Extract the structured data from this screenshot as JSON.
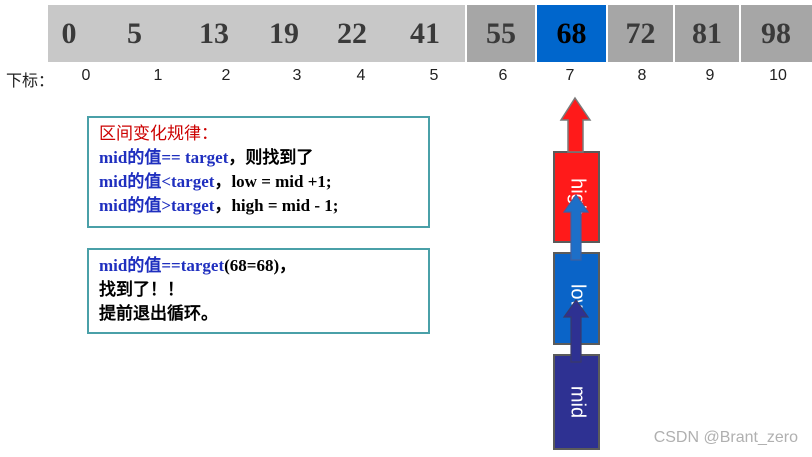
{
  "array": {
    "values": [
      "0",
      "5",
      "13",
      "19",
      "22",
      "41",
      "55",
      "68",
      "72",
      "81",
      "98"
    ],
    "active_index": 7
  },
  "indices": {
    "label": "下标：",
    "values": [
      "0",
      "1",
      "2",
      "3",
      "4",
      "5",
      "6",
      "7",
      "8",
      "9",
      "10"
    ]
  },
  "rules_box": {
    "title": "区间变化规律：",
    "line1_blue": "mid的值== target",
    "line1_rest": "，则找到了",
    "line2_blue": "mid的值<target",
    "line2_rest": "，low = mid +1;",
    "line3_blue": "mid的值>target",
    "line3_rest": "，high = mid - 1;"
  },
  "result_box": {
    "line1_blue": "mid的值==target",
    "line1_rest": "(68=68)，",
    "line2": "找到了！！",
    "line3": "提前退出循环。"
  },
  "pointers": {
    "high": "high",
    "low": "low",
    "mid": "mid",
    "colors": {
      "high": "#ff1a1a",
      "low": "#0a64c8",
      "mid": "#2e3192"
    }
  },
  "watermark": "CSDN @Brant_zero"
}
